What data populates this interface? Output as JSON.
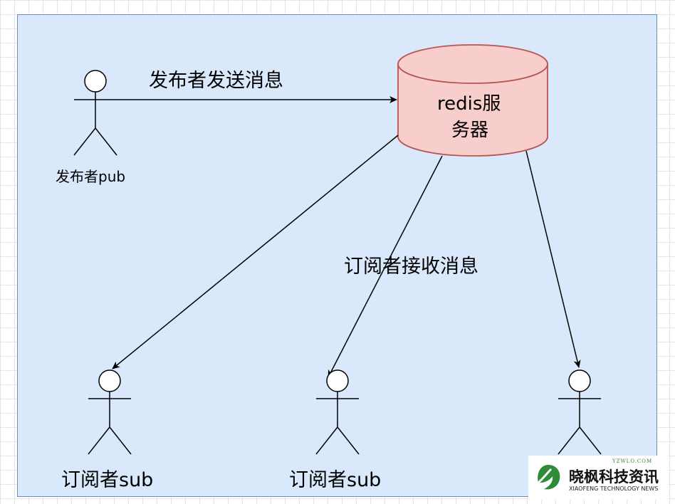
{
  "diagram": {
    "publisher_label": "发布者pub",
    "publish_edge_label": "发布者发送消息",
    "server_label_line1": "redis服",
    "server_label_line2": "务器",
    "receive_edge_label": "订阅者接收消息",
    "subscriber_1_label": "订阅者sub",
    "subscriber_2_label": "订阅者sub"
  },
  "colors": {
    "canvas_fill": "#dae8fc",
    "canvas_border": "#6c8ebf",
    "cylinder_fill": "#f8cecc",
    "cylinder_stroke": "#b85450",
    "grid": "#e6e6e6"
  },
  "watermark": {
    "url": "YZWLO.COM",
    "title": "晓枫科技资讯",
    "subtitle": "XIAOFENG TECHNOLOGY NEWS",
    "logo_icon": "leaf-logo-icon",
    "logo_color": "#2e8b3a"
  }
}
